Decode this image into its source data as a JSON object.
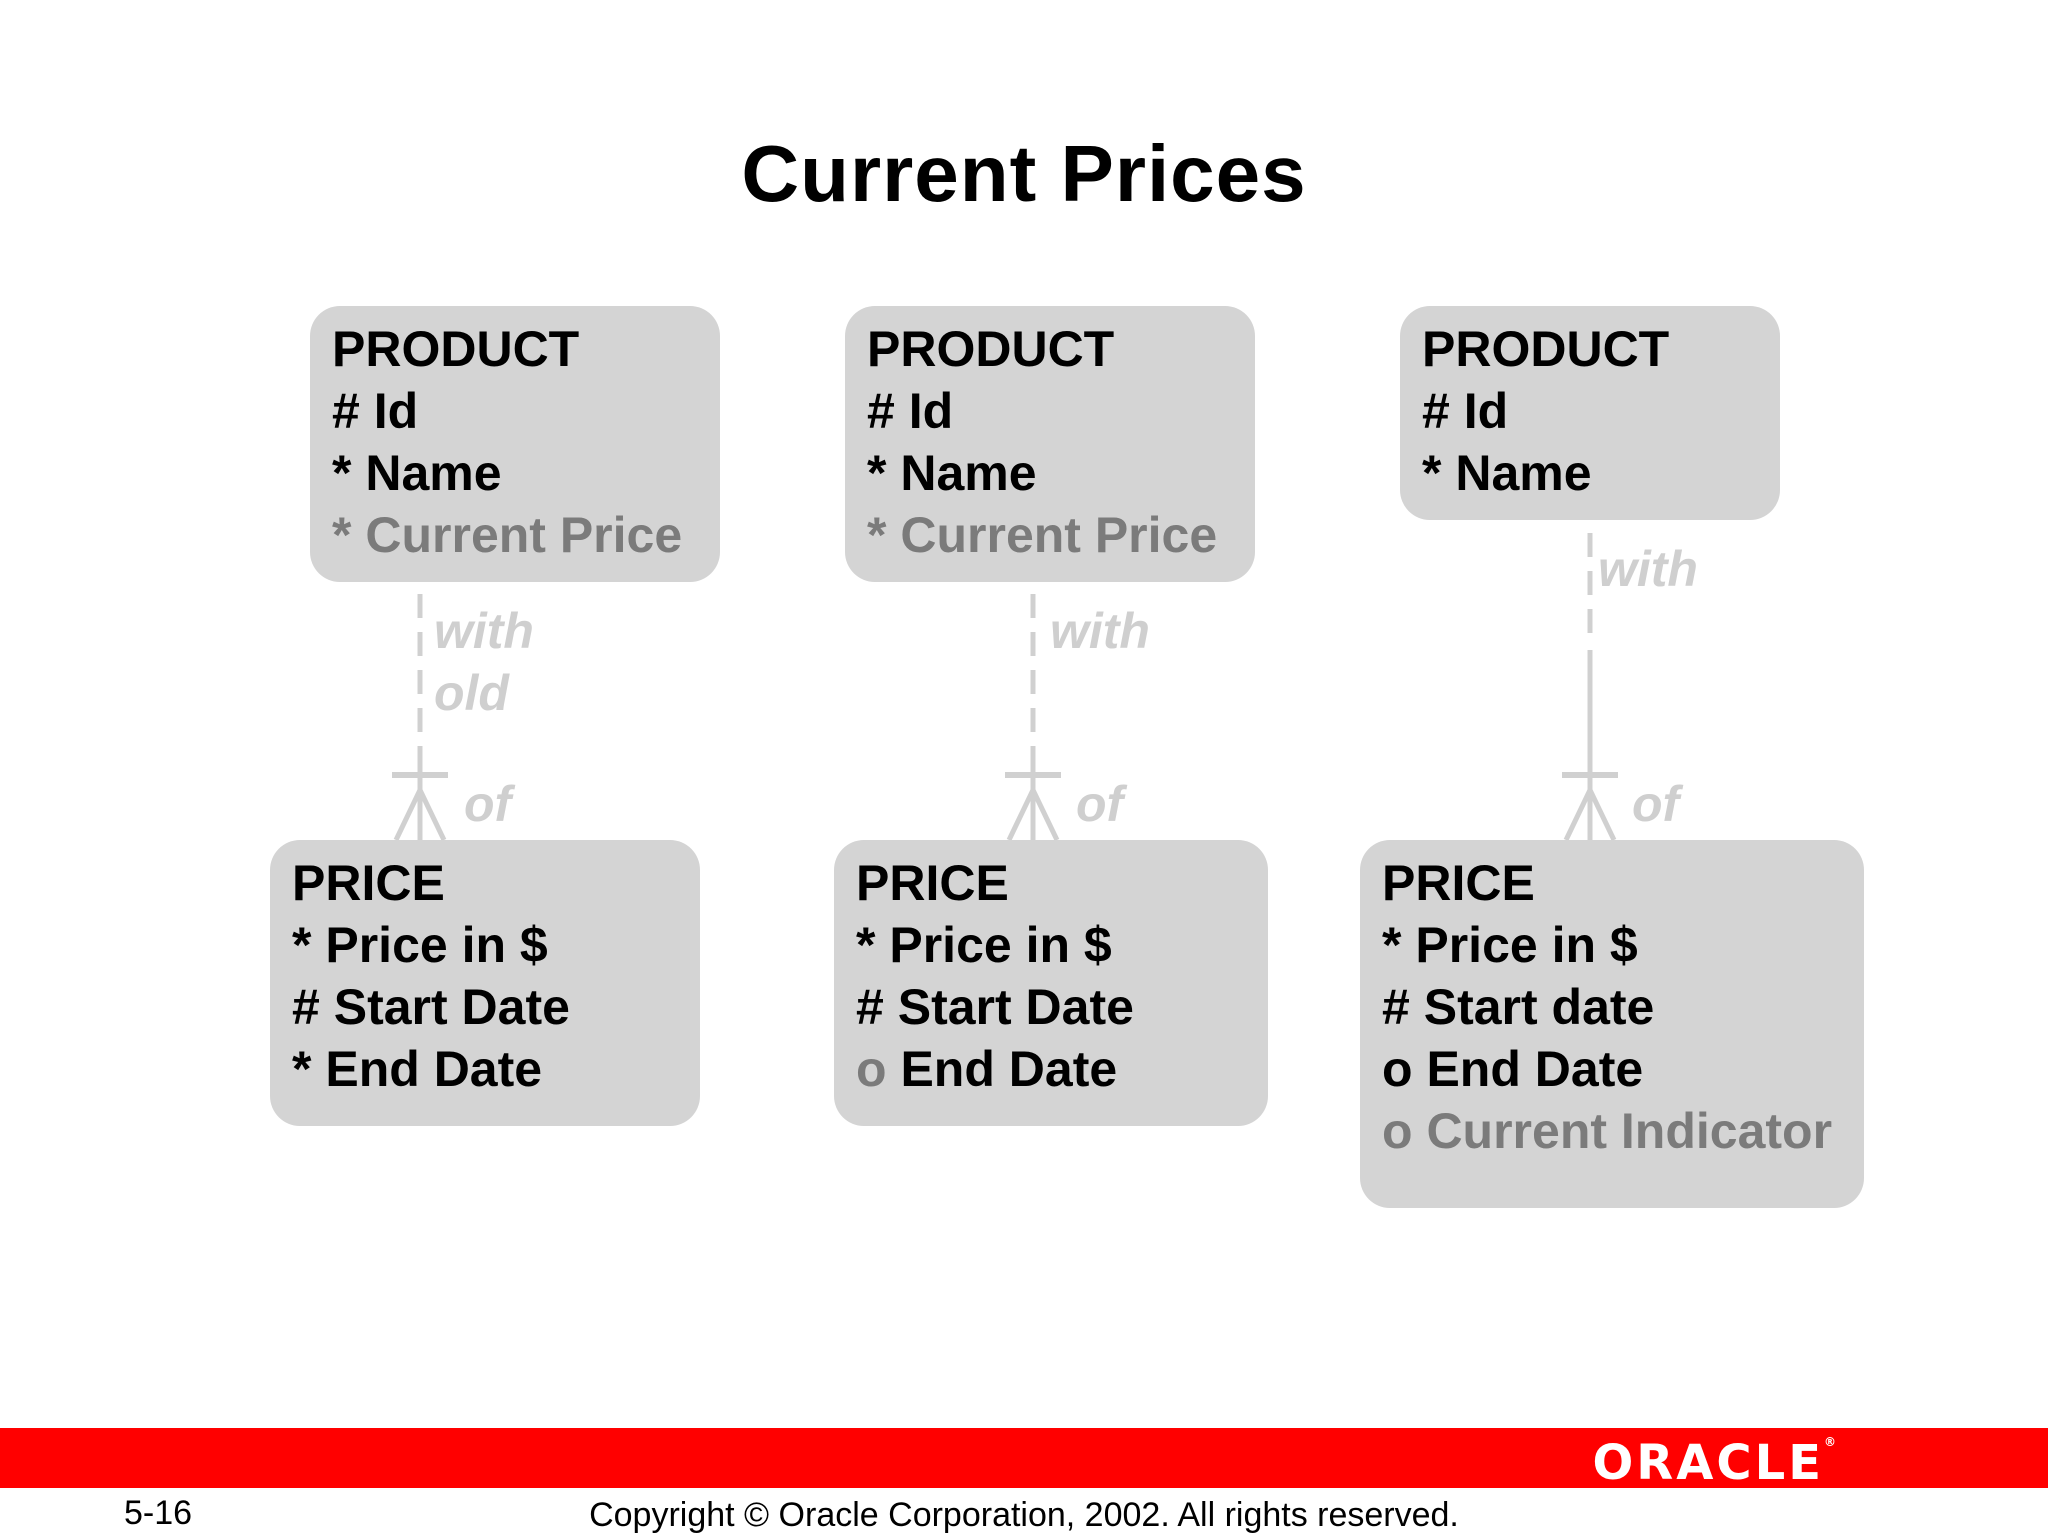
{
  "title": "Current Prices",
  "diagrams": [
    {
      "product": {
        "name": "PRODUCT",
        "attributes": [
          {
            "mark": "#",
            "text": "Id",
            "dim": false
          },
          {
            "mark": "*",
            "text": "Name",
            "dim": false
          },
          {
            "mark": "*",
            "text": "Current Price",
            "dim": true
          }
        ]
      },
      "relationship": {
        "top_label_1": "with",
        "top_label_2": "old",
        "bottom_label": "of"
      },
      "price": {
        "name": "PRICE",
        "attributes": [
          {
            "mark": "*",
            "text": "Price in $",
            "dim": false
          },
          {
            "mark": "#",
            "text": "Start Date",
            "dim": false
          },
          {
            "mark": "*",
            "text": "End Date",
            "dim": false
          }
        ]
      }
    },
    {
      "product": {
        "name": "PRODUCT",
        "attributes": [
          {
            "mark": "#",
            "text": "Id",
            "dim": false
          },
          {
            "mark": "*",
            "text": "Name",
            "dim": false
          },
          {
            "mark": "*",
            "text": "Current Price",
            "dim": true
          }
        ]
      },
      "relationship": {
        "top_label_1": "with",
        "bottom_label": "of"
      },
      "price": {
        "name": "PRICE",
        "attributes": [
          {
            "mark": "*",
            "text": "Price in $",
            "dim": false
          },
          {
            "mark": "#",
            "text": "Start Date",
            "dim": false
          },
          {
            "mark": "o",
            "text": "End Date",
            "dim": false,
            "mark_dim": true
          }
        ]
      }
    },
    {
      "product": {
        "name": "PRODUCT",
        "attributes": [
          {
            "mark": "#",
            "text": "Id",
            "dim": false
          },
          {
            "mark": "*",
            "text": "Name",
            "dim": false
          }
        ]
      },
      "relationship": {
        "top_label_1": "with",
        "bottom_label": "of"
      },
      "price": {
        "name": "PRICE",
        "attributes": [
          {
            "mark": "*",
            "text": "Price in $",
            "dim": false
          },
          {
            "mark": "#",
            "text": "Start date",
            "dim": false
          },
          {
            "mark": "o",
            "text": "End Date",
            "dim": false
          },
          {
            "mark": "o",
            "text": "Current Indicator",
            "dim": true
          }
        ]
      }
    }
  ],
  "footer": {
    "page_number": "5-16",
    "copyright": "Copyright © Oracle Corporation, 2002. All rights reserved.",
    "logo": "ORACLE"
  },
  "colors": {
    "entity_fill": "#d4d4d4",
    "dim_text": "#7b7b7b",
    "relationship_line": "#d0d0d0",
    "footer_bar": "#ff0000"
  }
}
